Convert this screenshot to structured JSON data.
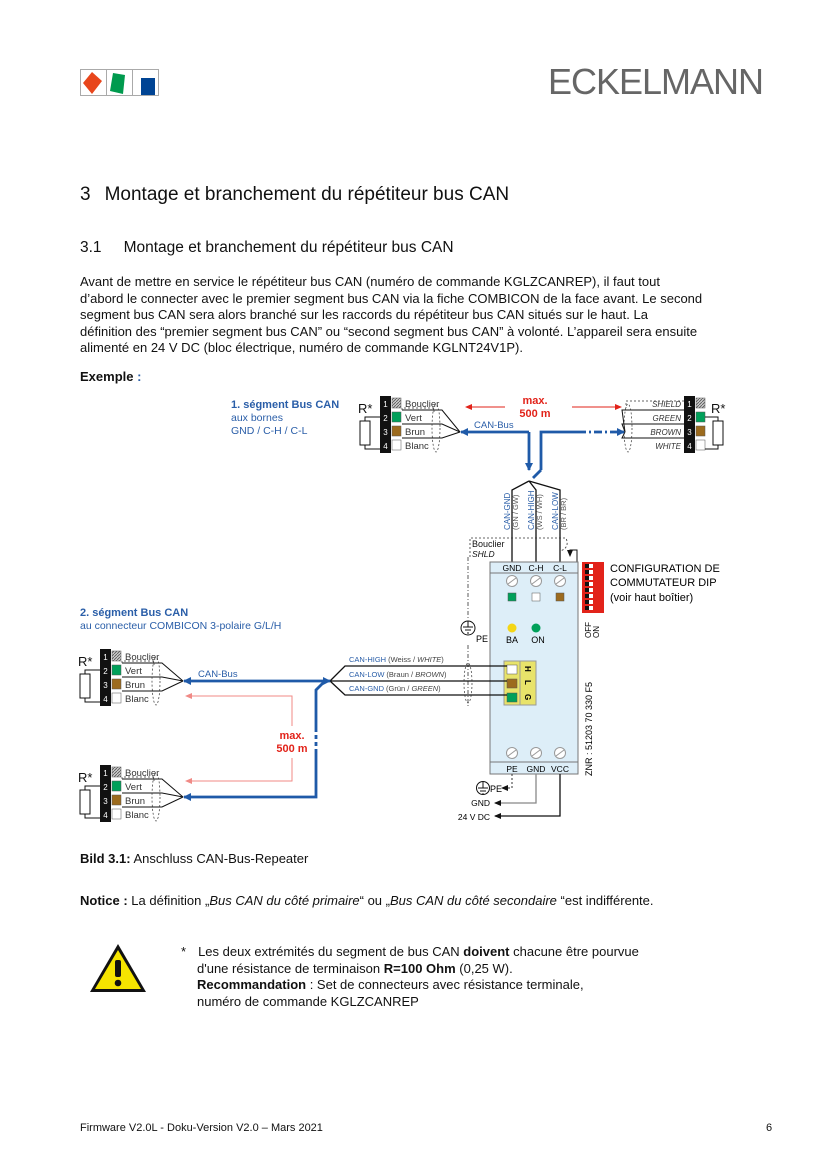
{
  "header": {
    "brand": "ECKELMANN",
    "logo_colors": [
      "#e8461c",
      "#009a4e",
      "#004494"
    ]
  },
  "section": {
    "number": "3",
    "title": "Montage et branchement du répétiteur bus CAN"
  },
  "subsection": {
    "number": "3.1",
    "title": "Montage et branchement du répétiteur bus CAN"
  },
  "intro_lines": [
    "Avant de mettre en service le répétiteur bus CAN (numéro de commande KGLZCANREP), il faut tout",
    "d’abord le connecter avec le premier segment bus CAN via la fiche COMBICON de la face avant. Le second",
    "segment bus CAN sera alors branché sur les raccords du répétiteur bus CAN situés sur le haut.  La",
    "définition des “premier segment bus CAN” ou “second segment bus CAN” à volonté. L’appareil sera ensuite",
    "alimenté en 24 V DC (bloc électrique, numéro de commande KGLNT24V1P)."
  ],
  "example": {
    "label": "Exemple",
    "colon": ":"
  },
  "diagram": {
    "seg1": {
      "title": "1. ségment Bus CAN",
      "line2": "aux bornes",
      "line3": "GND / C-H / C-L"
    },
    "seg2": {
      "title": "2. ségment Bus CAN",
      "line2": "au connecteur COMBICON 3-polaire G/L/H"
    },
    "r_label": "R*",
    "pins": [
      "1",
      "2",
      "3",
      "4"
    ],
    "wire_labels_fr": [
      "Bouclier",
      "Vert",
      "Brun",
      "Blanc"
    ],
    "wire_labels_en": [
      "SHIELD",
      "GREEN",
      "BROWN",
      "WHITE"
    ],
    "can_bus": "CAN-Bus",
    "max": "max.",
    "distance": "500 m",
    "vertical_labels": [
      {
        "name": "CAN-GND",
        "sub": "(GN / GW)"
      },
      {
        "name": "CAN-HIGH",
        "sub": "(WS / WH)"
      },
      {
        "name": "CAN-LOW",
        "sub": "(BR / BR)"
      }
    ],
    "shield": {
      "fr": "Bouclier",
      "abbr": "SHLD"
    },
    "device": {
      "top_terminals": [
        "GND",
        "C-H",
        "C-L"
      ],
      "leds": [
        "BA",
        "ON"
      ],
      "plug_letters": [
        "H",
        "L",
        "G"
      ],
      "bottom_terminals": [
        "PE",
        "GND",
        "VCC"
      ],
      "znr": "ZNR : 51203 70 330 F5"
    },
    "dip": {
      "off": "OFF",
      "on": "ON",
      "lines": [
        "CONFIGURATION DE",
        "COMMUTATEUR DIP",
        "(voir haut boîtier)"
      ]
    },
    "pe": "PE",
    "plug_wires": [
      {
        "name": "CAN-HIGH",
        "detail": "(Weiss / ",
        "en": "WHITE",
        "close": ")"
      },
      {
        "name": "CAN-LOW",
        "detail": "(Braun / ",
        "en": "BROWN",
        "close": ")"
      },
      {
        "name": "CAN-GND",
        "detail": "(Grün  / ",
        "en": "GREEN",
        "close": ")"
      }
    ],
    "power": [
      "PE",
      "GND",
      "24 V DC"
    ],
    "colors": {
      "bus": "#1f5aa8",
      "red": "#e2231a",
      "green": "#00a05a",
      "brown": "#9c6b1e",
      "device": "#ddeef8",
      "plug": "#e8e36a"
    }
  },
  "caption": {
    "label": "Bild 3.1:",
    "text": " Anschluss CAN-Bus-Repeater"
  },
  "notice": {
    "label": "Notice :",
    "pre": "  La définition „",
    "em1": "Bus CAN du côté primaire",
    "mid": "“ ou „",
    "em2": "Bus CAN du côté secondaire",
    "post": " “est indifférente."
  },
  "warning": {
    "star": "*",
    "l1a": "Les deux extrémités du segment de bus CAN ",
    "l1b": "doivent",
    "l1c": " chacune être pourvue",
    "l2a": "d'une résistance de terminaison ",
    "l2b": "R=100 Ohm",
    "l2c": " (0,25 W).",
    "l3a": "Recommandation",
    "l3b": " : Set de connecteurs avec résistance terminale,",
    "l4": "numéro de commande KGLZCANREP"
  },
  "footer": {
    "left": "Firmware V2.0L - Doku-Version V2.0 – Mars 2021",
    "page": "6"
  }
}
